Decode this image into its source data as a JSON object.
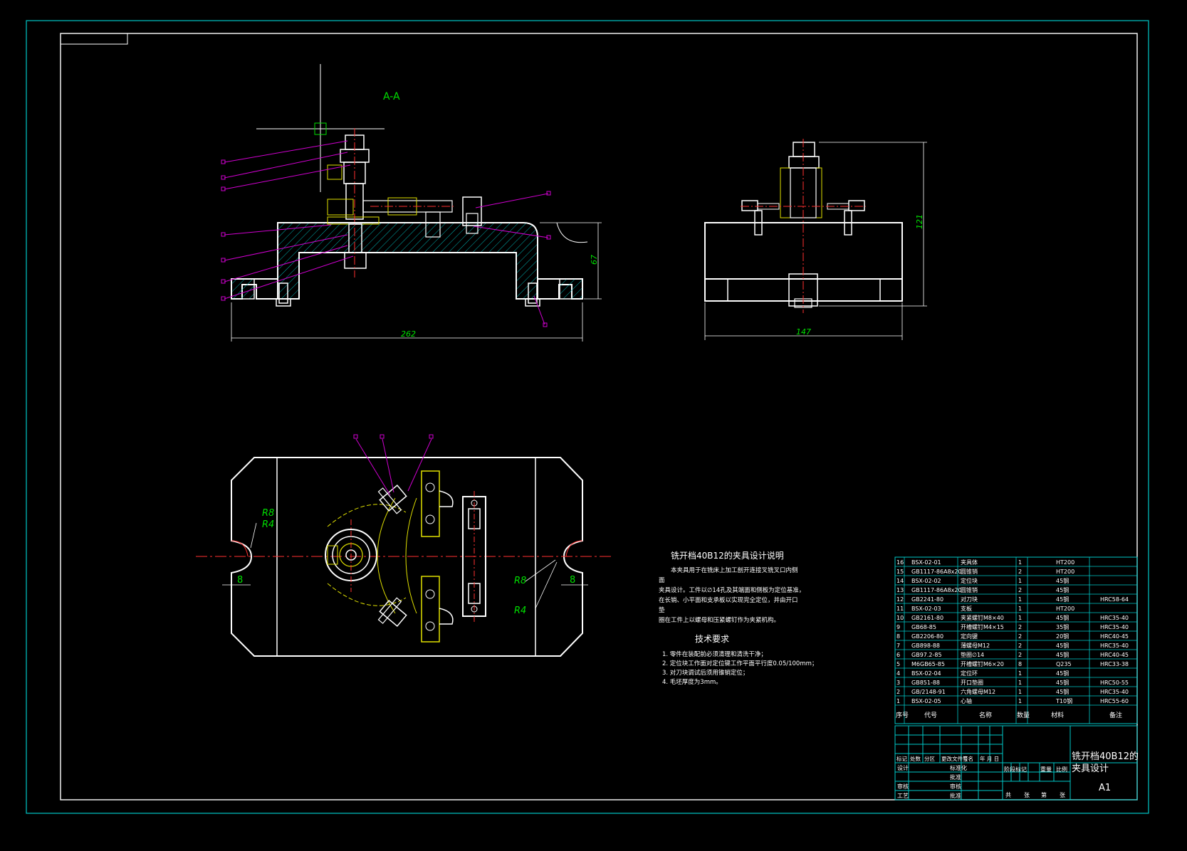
{
  "colors": {
    "background": "#000000",
    "outer_border": "#00c8c8",
    "frame": "#ffffff",
    "part": "#ffffff",
    "hatch": "#00c0c0",
    "leader": "#d000d0",
    "yellow": "#e0e000",
    "center_line": "#ff3030",
    "dimension": "#00e000",
    "table": "#00c8c8",
    "table_text": "#ffffff"
  },
  "section_label": "A-A",
  "dimensions": {
    "front_width": "262",
    "front_height": "67",
    "side_width": "147",
    "side_height": "121",
    "r8_left": "R8",
    "r4_left": "R4",
    "r8_right": "R8",
    "r4_right": "R4",
    "slot_left": "8",
    "slot_right": "8"
  },
  "notes": {
    "title": "铣开档40B12的夹具设计说明",
    "lines": [
      "本夹具用于在铣床上加工剖开连接叉铣叉口内侧",
      "面",
      "夹具设计。工件以∅14孔及其端面和侧板为定位基准，",
      "在长销、小平面和支承板以实现完全定位，并由开口",
      "垫",
      "圈在工件上以螺母和压紧螺钉作为夹紧机构。"
    ],
    "tech_title": "技术要求",
    "tech_lines": [
      "1. 零件在装配前必须清理和清洗干净；",
      "2. 定位块工作面对定位键工作平面平行度0.05/100mm；",
      "3. 对刀块调试后须用锥销定位；",
      "4. 毛坯厚度为3mm。"
    ]
  },
  "bom": {
    "rows": [
      {
        "no": "16",
        "code": "BSX-02-01",
        "name": "夹具体",
        "qty": "1",
        "material": "HT200",
        "note": ""
      },
      {
        "no": "15",
        "code": "GB1117-86A8x20",
        "name": "圆锥销",
        "qty": "2",
        "material": "HT200",
        "note": ""
      },
      {
        "no": "14",
        "code": "BSX-02-02",
        "name": "定位块",
        "qty": "1",
        "material": "45钢",
        "note": ""
      },
      {
        "no": "13",
        "code": "GB1117-86A8x20",
        "name": "圆锥销",
        "qty": "2",
        "material": "45钢",
        "note": ""
      },
      {
        "no": "12",
        "code": "GB2241-80",
        "name": "对刀块",
        "qty": "1",
        "material": "45钢",
        "note": "HRC58-64"
      },
      {
        "no": "11",
        "code": "BSX-02-03",
        "name": "支板",
        "qty": "1",
        "material": "HT200",
        "note": ""
      },
      {
        "no": "10",
        "code": "GB2161-80",
        "name": "夹紧螺钉M8×40",
        "qty": "1",
        "material": "45钢",
        "note": "HRC35-40"
      },
      {
        "no": "9",
        "code": "GB68-85",
        "name": "开槽螺钉M4×15",
        "qty": "2",
        "material": "35钢",
        "note": "HRC35-40"
      },
      {
        "no": "8",
        "code": "GB2206-80",
        "name": "定向键",
        "qty": "2",
        "material": "20钢",
        "note": "HRC40-45"
      },
      {
        "no": "7",
        "code": "GB898-88",
        "name": "薄螺母M12",
        "qty": "2",
        "material": "45钢",
        "note": "HRC35-40"
      },
      {
        "no": "6",
        "code": "GB97.2-85",
        "name": "垫圈∅14",
        "qty": "2",
        "material": "45钢",
        "note": "HRC40-45"
      },
      {
        "no": "5",
        "code": "M6GB65-85",
        "name": "开槽螺钉M6×20",
        "qty": "8",
        "material": "Q235",
        "note": "HRC33-38"
      },
      {
        "no": "4",
        "code": "BSX-02-04",
        "name": "定位环",
        "qty": "1",
        "material": "45钢",
        "note": ""
      },
      {
        "no": "3",
        "code": "GB851-88",
        "name": "开口垫圈",
        "qty": "1",
        "material": "45钢",
        "note": "HRC50-55"
      },
      {
        "no": "2",
        "code": "GB/2148-91",
        "name": "六角螺母M12",
        "qty": "1",
        "material": "45钢",
        "note": "HRC35-40"
      },
      {
        "no": "1",
        "code": "BSX-02-05",
        "name": "心轴",
        "qty": "1",
        "material": "T10钢",
        "note": "HRC55-60"
      }
    ],
    "header": {
      "no": "序号",
      "code": "代号",
      "name": "名称",
      "qty": "数量",
      "material": "材料",
      "note": "备注"
    }
  },
  "title_block": {
    "title_line1": "铣开档40B12的",
    "title_line2": "夹具设计",
    "sheet": "A1",
    "headers": [
      "标记",
      "处数",
      "分区",
      "更改文件号",
      "签名",
      "年 月 日"
    ],
    "roles_left": [
      "设计",
      "审核",
      "工艺"
    ],
    "roles_mid": [
      "标准化",
      "批准",
      "审核",
      "批准"
    ],
    "stage_labels": [
      "阶段标记",
      "重量",
      "比例"
    ],
    "sheet_labels": [
      "共",
      "张",
      "第",
      "张"
    ]
  }
}
